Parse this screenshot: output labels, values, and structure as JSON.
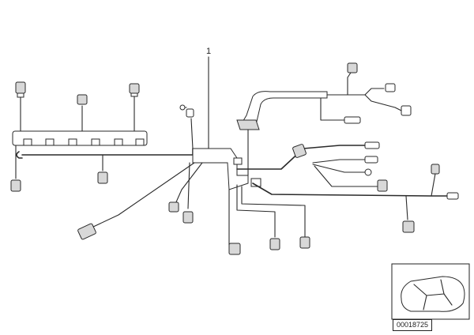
{
  "diagram": {
    "callouts": [
      {
        "id": "1",
        "label": "1"
      }
    ],
    "part_number": "00018725",
    "thumbnail": {
      "icon": "car-top-view-icon"
    }
  }
}
